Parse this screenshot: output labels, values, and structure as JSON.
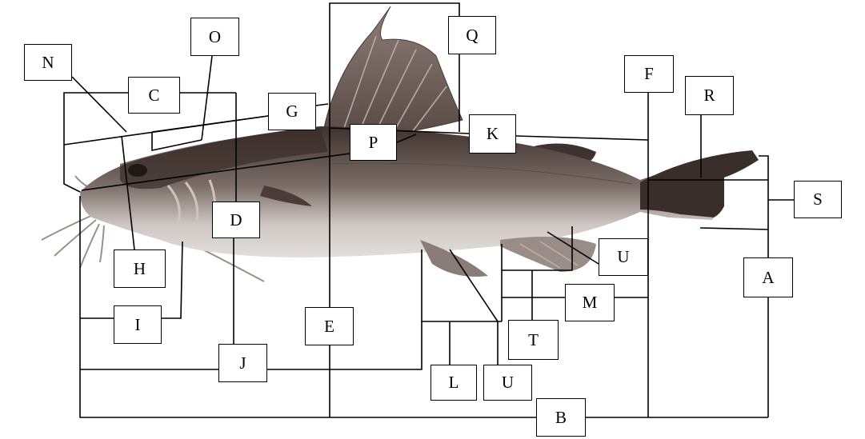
{
  "diagram": {
    "subject": "catfish-lateral-view",
    "labels": {
      "A": "A",
      "B": "B",
      "C": "C",
      "D": "D",
      "E": "E",
      "F": "F",
      "G": "G",
      "H": "H",
      "I": "I",
      "J": "J",
      "K": "K",
      "L": "L",
      "M": "M",
      "N": "N",
      "O": "O",
      "P": "P",
      "Q": "Q",
      "R": "R",
      "S": "S",
      "T": "T",
      "U_top": "U",
      "U_bottom": "U"
    }
  },
  "colors": {
    "background": "#ffffff",
    "lines": "#000000",
    "fish_back": "#4a3b36",
    "fish_side": "#7b6d67",
    "fish_belly": "#d9d2cf",
    "fins": "#6a5a55"
  }
}
